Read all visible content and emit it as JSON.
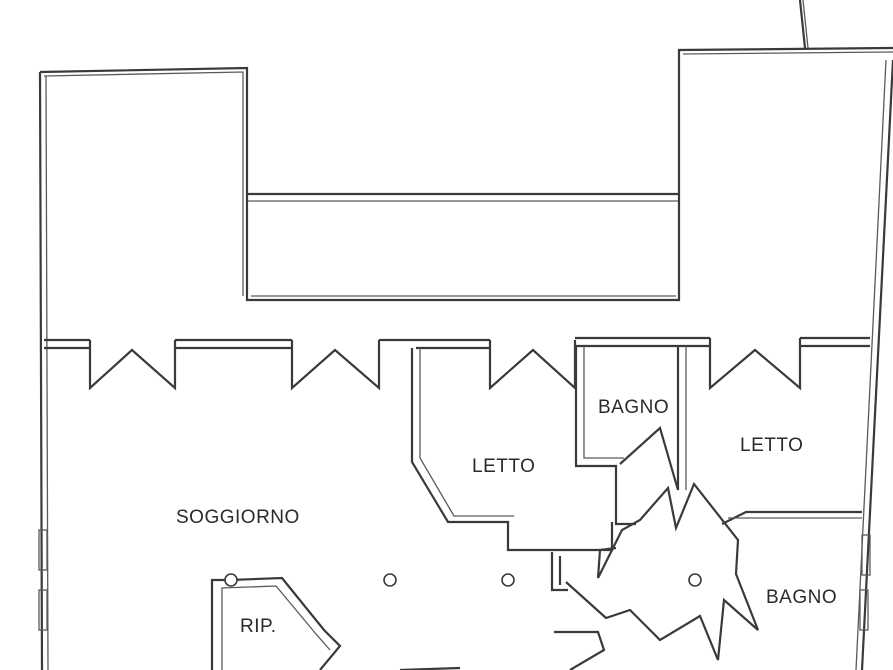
{
  "rooms": {
    "soggiorno": "SOGGIORNO",
    "letto_1": "LETTO",
    "bagno_1": "BAGNO",
    "letto_2": "LETTO",
    "bagno_2": "BAGNO",
    "ripostiglio": "RIP."
  },
  "colors": {
    "ink": "#3a3a3a",
    "paper": "#ffffff"
  }
}
